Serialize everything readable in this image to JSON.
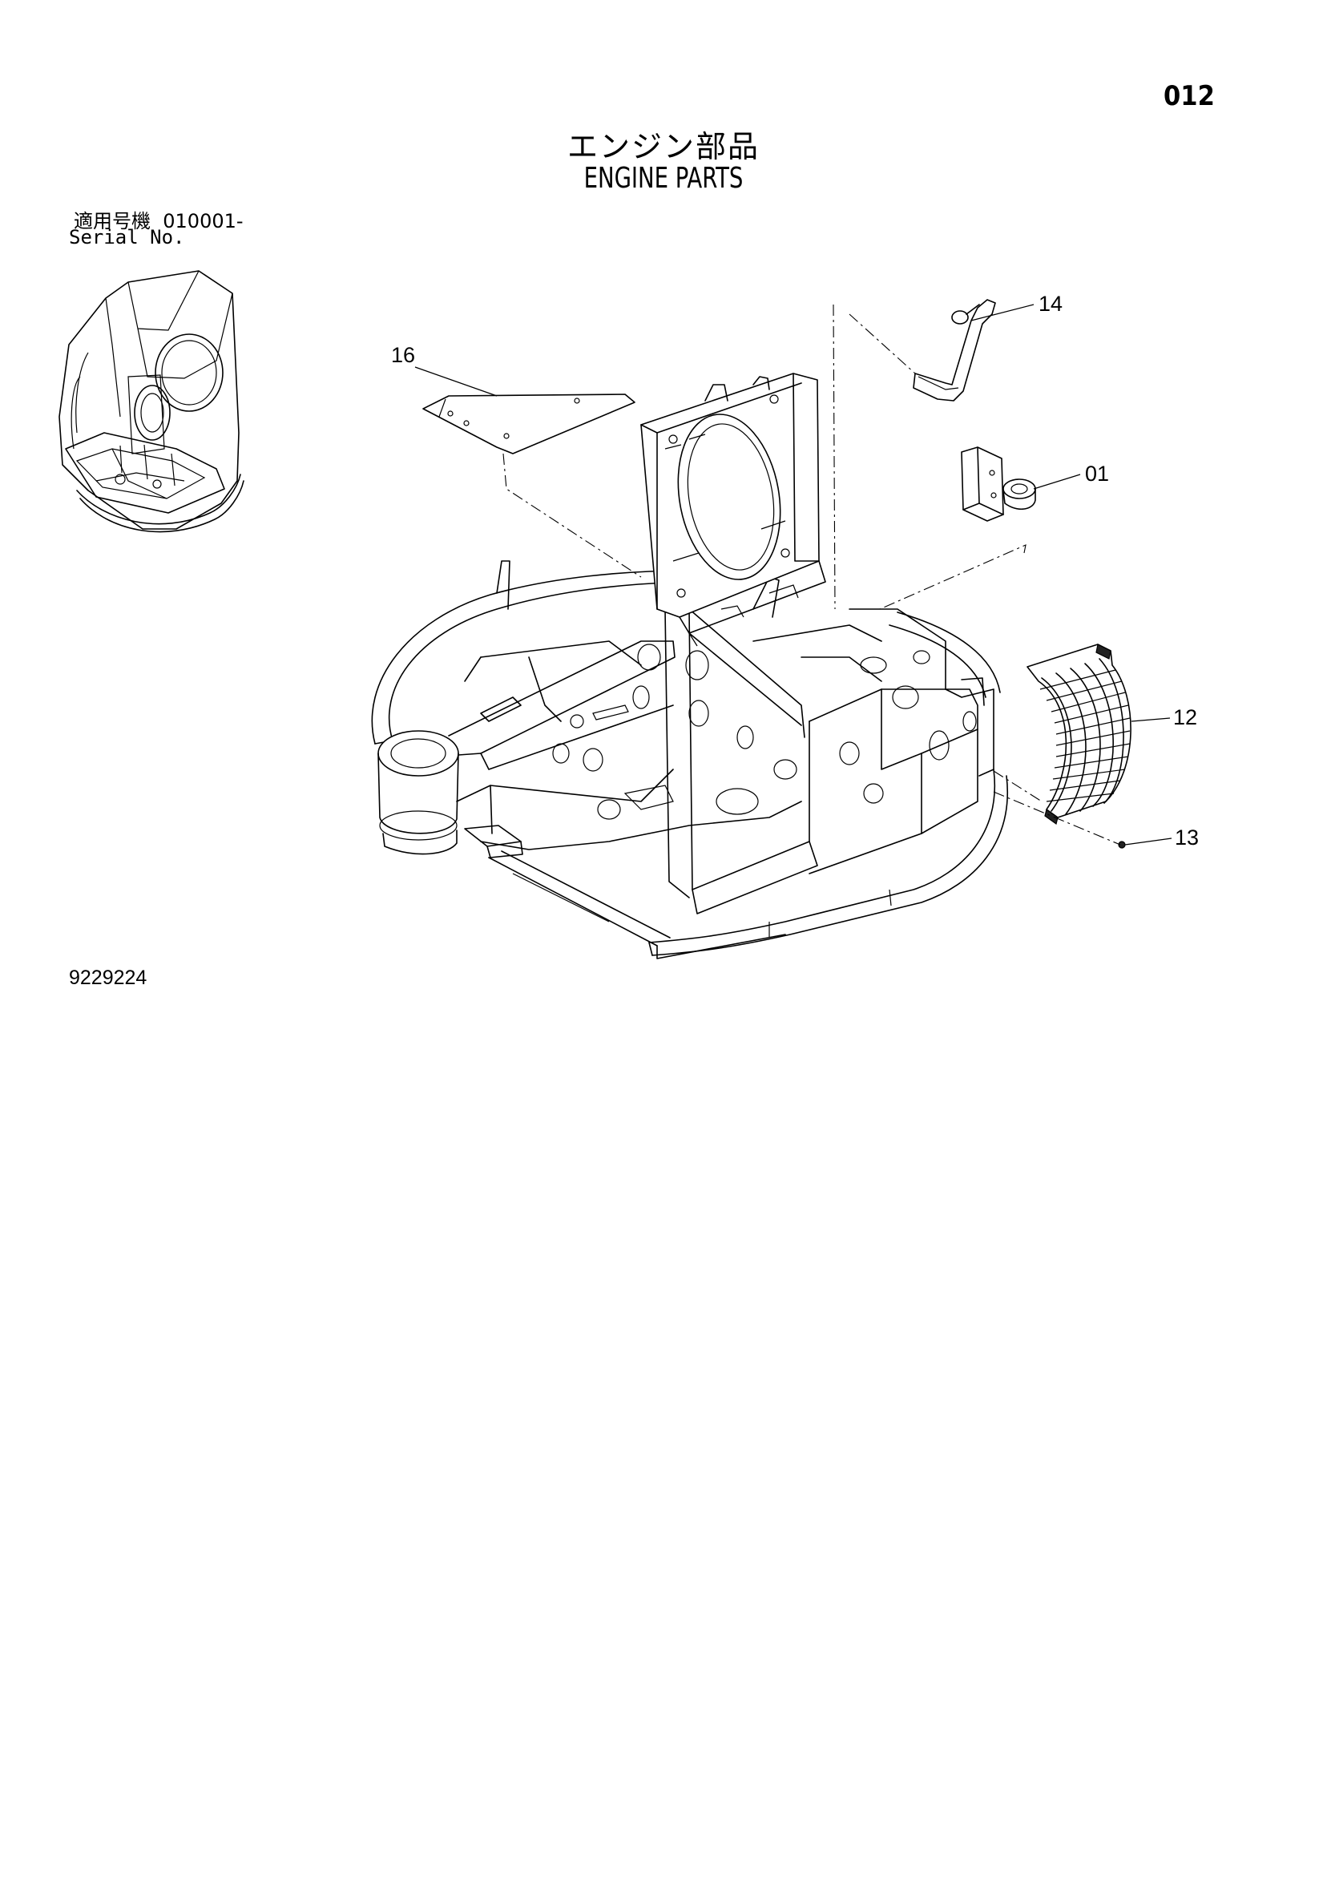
{
  "header": {
    "page_number": "012",
    "title_jp": "エンジン部品",
    "title_en": "ENGINE PARTS"
  },
  "serial": {
    "label_jp": "適用号機",
    "range": "010001-",
    "label_en": "Serial No."
  },
  "callouts": [
    {
      "id": "14",
      "label": "14"
    },
    {
      "id": "16",
      "label": "16"
    },
    {
      "id": "01",
      "label": "01"
    },
    {
      "id": "12",
      "label": "12"
    },
    {
      "id": "13",
      "label": "13"
    }
  ],
  "footer": {
    "drawing_number": "9229224"
  }
}
